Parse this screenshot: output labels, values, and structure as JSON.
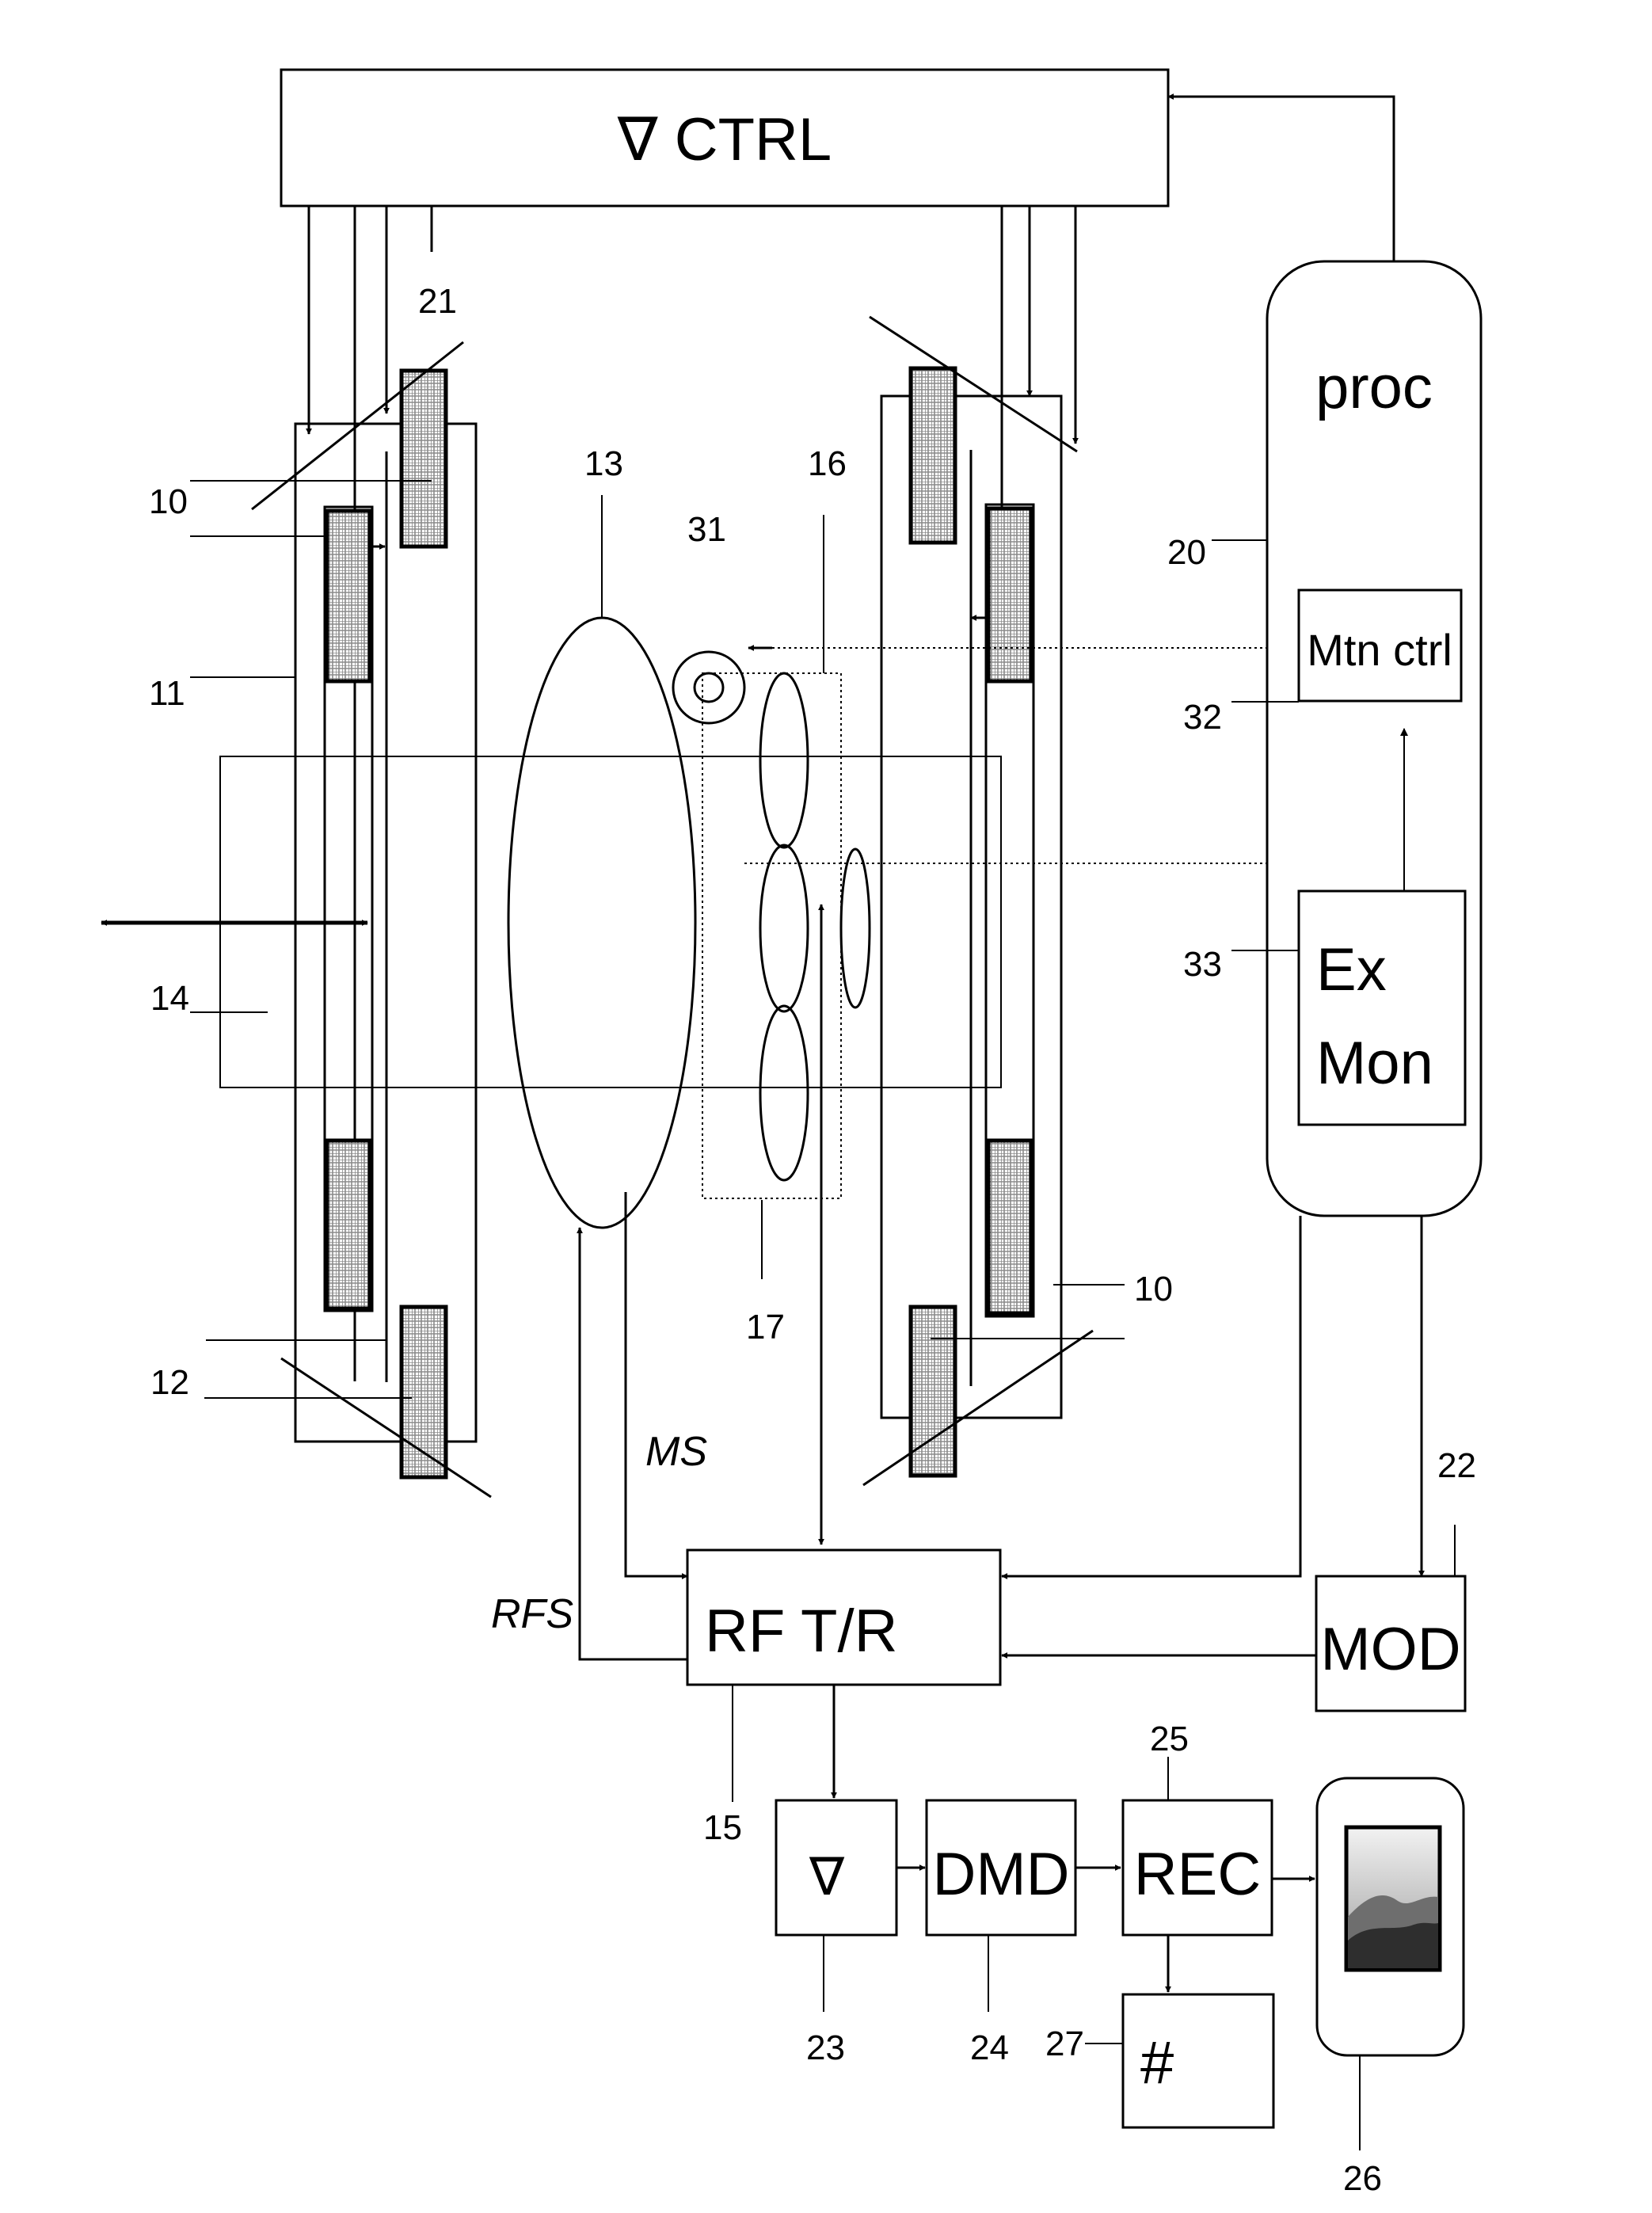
{
  "blocks": {
    "gradient_control": "∇ CTRL",
    "processor": "proc",
    "motion_control": "Mtn ctrl",
    "excitation_monitor_line1": "Ex",
    "excitation_monitor_line2": "Mon",
    "modulator": "MOD",
    "rf_transceiver": "RF T/R",
    "gradient_stage": "∇",
    "demodulator": "DMD",
    "reconstruction": "REC",
    "numeric_output": "#"
  },
  "signal_labels": {
    "ms": "MS",
    "rfs": "RFS"
  },
  "reference_numerals": {
    "r10_top": "10",
    "r10_right": "10",
    "r11": "11",
    "r12": "12",
    "r13": "13",
    "r14": "14",
    "r15": "15",
    "r16": "16",
    "r17": "17",
    "r20": "20",
    "r21": "21",
    "r22": "22",
    "r23": "23",
    "r24": "24",
    "r25": "25",
    "r26": "26",
    "r27": "27",
    "r31": "31",
    "r32": "32",
    "r33": "33"
  },
  "colors": {
    "stroke": "#000000",
    "background": "#ffffff",
    "coil_hatch": "#9a9a9a"
  }
}
